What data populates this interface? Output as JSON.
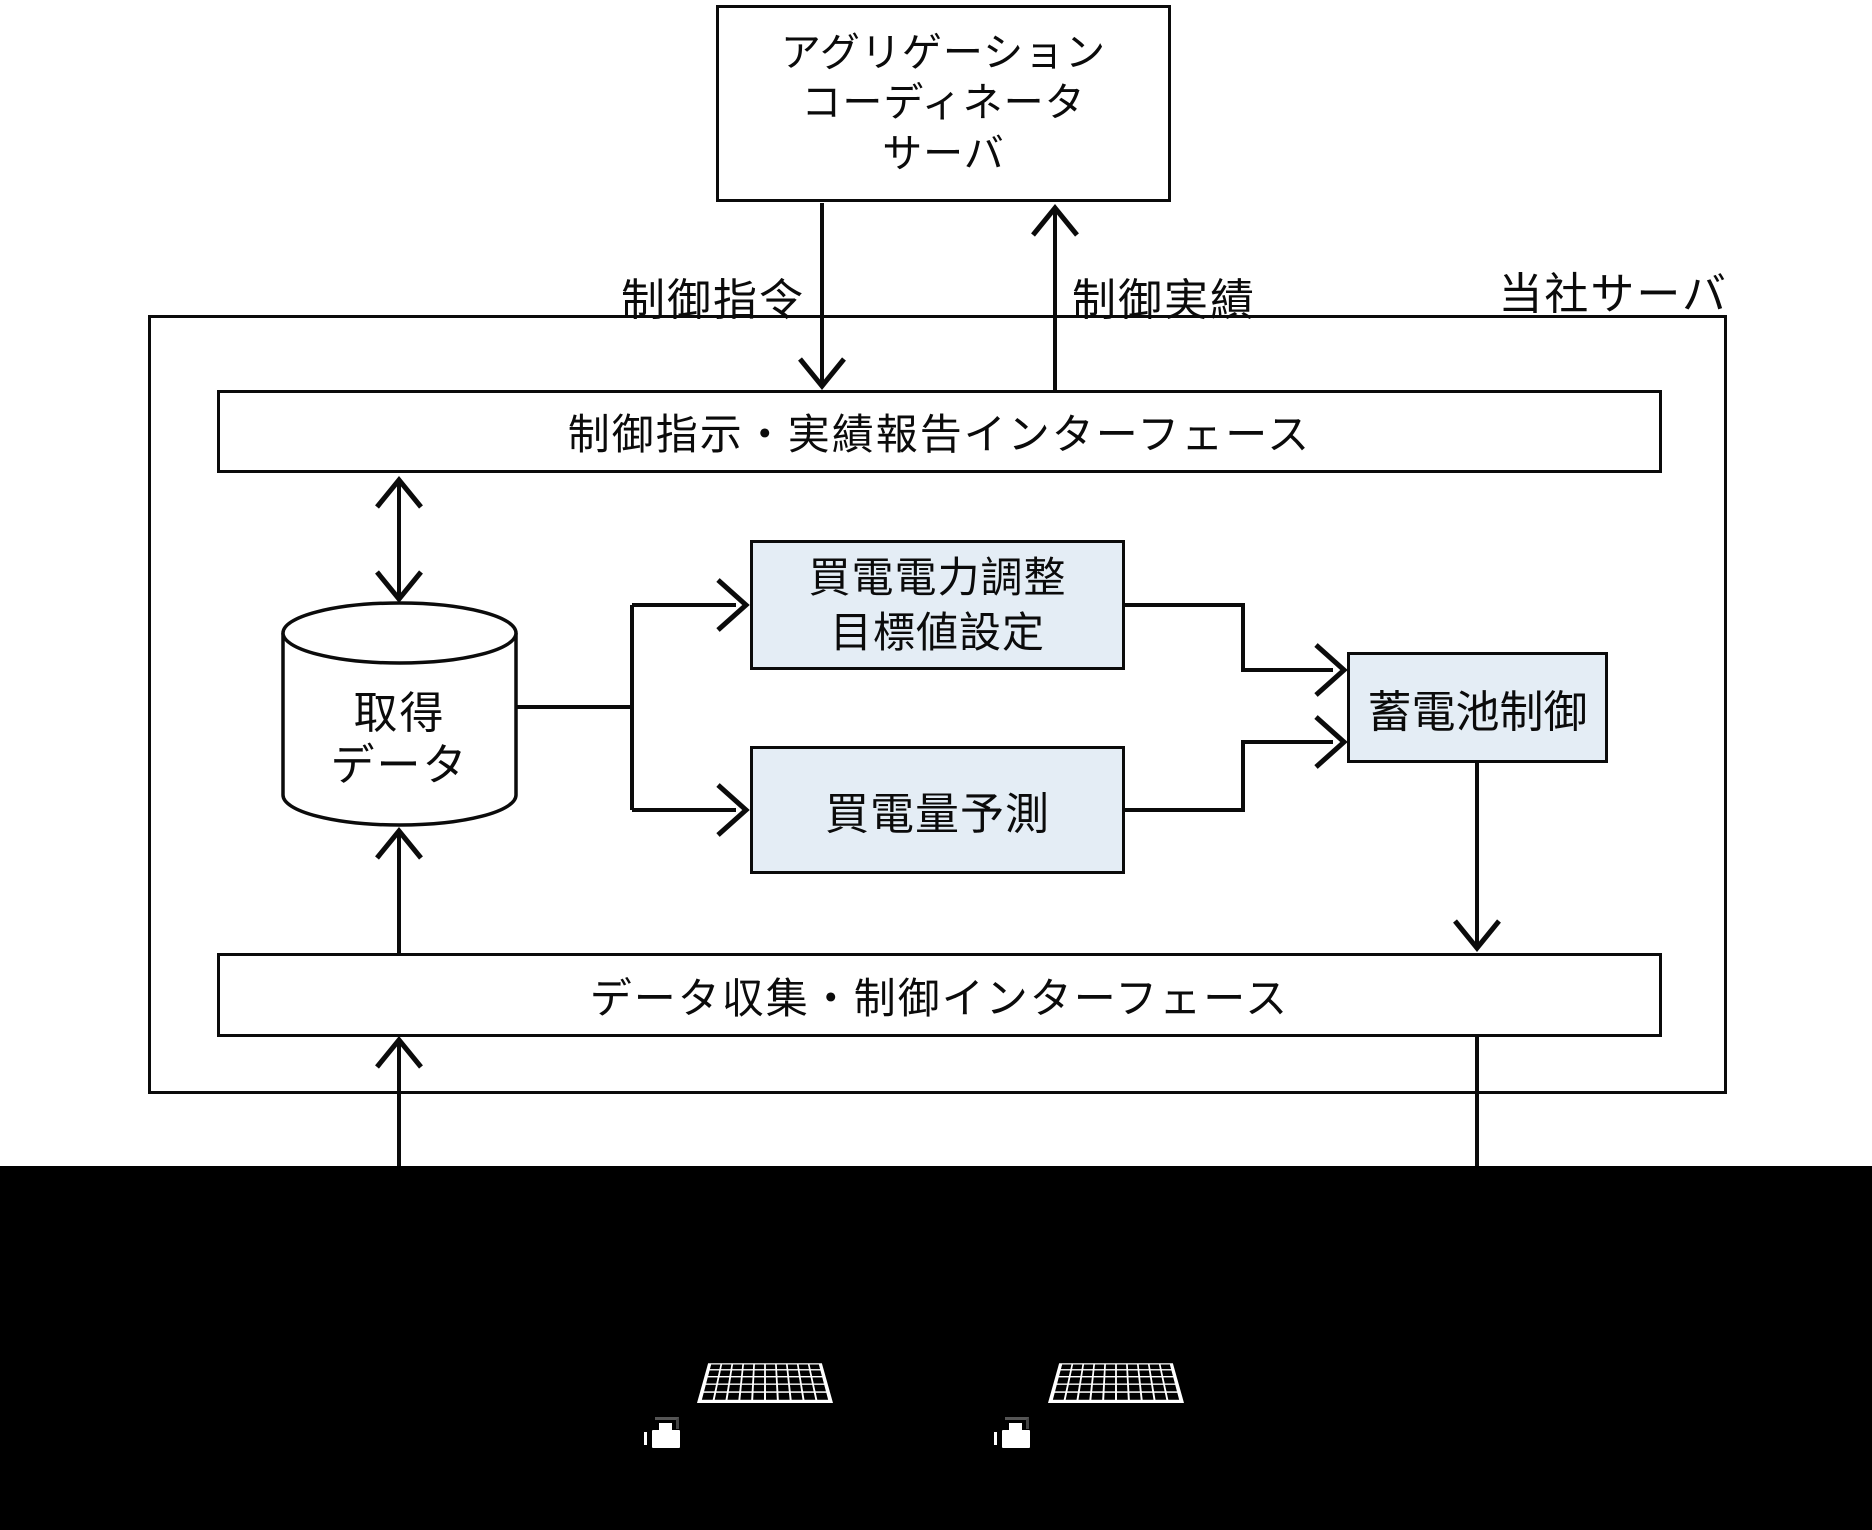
{
  "colors": {
    "module_fill": "#e4edf5",
    "line_color": "#0b0b0b",
    "redaction_fill": "#000000",
    "background": "#ffffff"
  },
  "aggregation_server_box": {
    "line1": "アグリゲーション",
    "line2": "コーディネータ",
    "line3": "サーバ"
  },
  "flow_labels": {
    "control_command": "制御指令",
    "control_result": "制御実績"
  },
  "company_server_label": "当社サーバ",
  "interface_bars": {
    "top": "制御指示・実績報告インターフェース",
    "bottom": "データ収集・制御インターフェース"
  },
  "database_cylinder": {
    "line1": "取得",
    "line2": "データ"
  },
  "modules": {
    "purchase_power_adjustment": {
      "line1": "買電電力調整",
      "line2": "目標値設定"
    },
    "purchase_forecast": "買電量予測",
    "battery_control": "蓄電池制御"
  },
  "redacted_area": {
    "icon_left_panel": "solar-panel-grid-icon",
    "icon_right_panel": "solar-panel-grid-icon",
    "icon_left_equipment": "white-equipment-icon",
    "icon_right_equipment": "white-equipment-icon"
  }
}
